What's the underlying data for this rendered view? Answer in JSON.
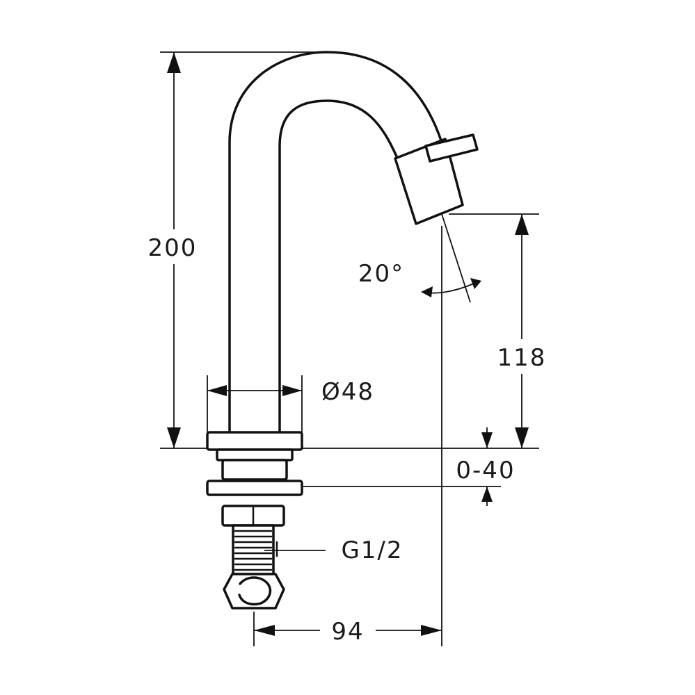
{
  "dimensions": {
    "height_total": "200",
    "spout_height": "118",
    "base_diameter": "Ø48",
    "mounting_range": "0-40",
    "thread": "G1/2",
    "reach": "94",
    "outlet_angle": "20°"
  },
  "colors": {
    "line": "#111111",
    "background": "#ffffff"
  }
}
